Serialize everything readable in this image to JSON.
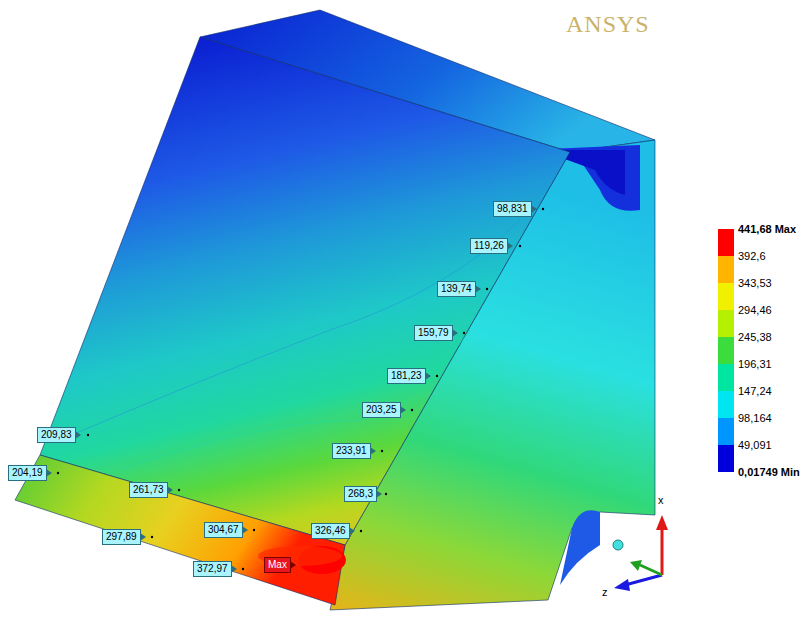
{
  "diagram": {
    "nodes": [
      {
        "text": [
          "98,831"
        ]
      },
      {
        "text": [
          "119,26"
        ]
      },
      {
        "text": [
          "139,74"
        ]
      },
      {
        "text": [
          "159,79"
        ]
      },
      {
        "text": [
          "181,23"
        ]
      },
      {
        "text": [
          "203,25"
        ]
      },
      {
        "text": [
          "209,83"
        ]
      },
      {
        "text": [
          "233,91"
        ]
      },
      {
        "text": [
          "204,19"
        ]
      },
      {
        "text": [
          "261,73"
        ]
      },
      {
        "text": [
          "268,3"
        ]
      },
      {
        "text": [
          "304,67"
        ]
      },
      {
        "text": [
          "326,46"
        ]
      },
      {
        "text": [
          "297,89"
        ]
      },
      {
        "text": [
          "Max"
        ]
      },
      {
        "text": [
          "372,97"
        ]
      }
    ],
    "labels": [
      "ANSYS",
      "0,01749 Min",
      "x",
      "z"
    ],
    "legend": [
      {
        "text": "441,68 Max",
        "color": "#ff0000"
      },
      {
        "text": "392,6",
        "color": "#ffb400"
      },
      {
        "text": "343,53",
        "color": "#f0f000"
      },
      {
        "text": "294,46",
        "color": "#b4f000"
      },
      {
        "text": "245,38",
        "color": "#3cdc3c"
      },
      {
        "text": "196,31",
        "color": "#00e6a0"
      },
      {
        "text": "147,24",
        "color": "#00e6f0"
      },
      {
        "text": "98,164",
        "color": "#0096ff"
      },
      {
        "text": "49,091",
        "color": "#0000dc"
      }
    ]
  }
}
